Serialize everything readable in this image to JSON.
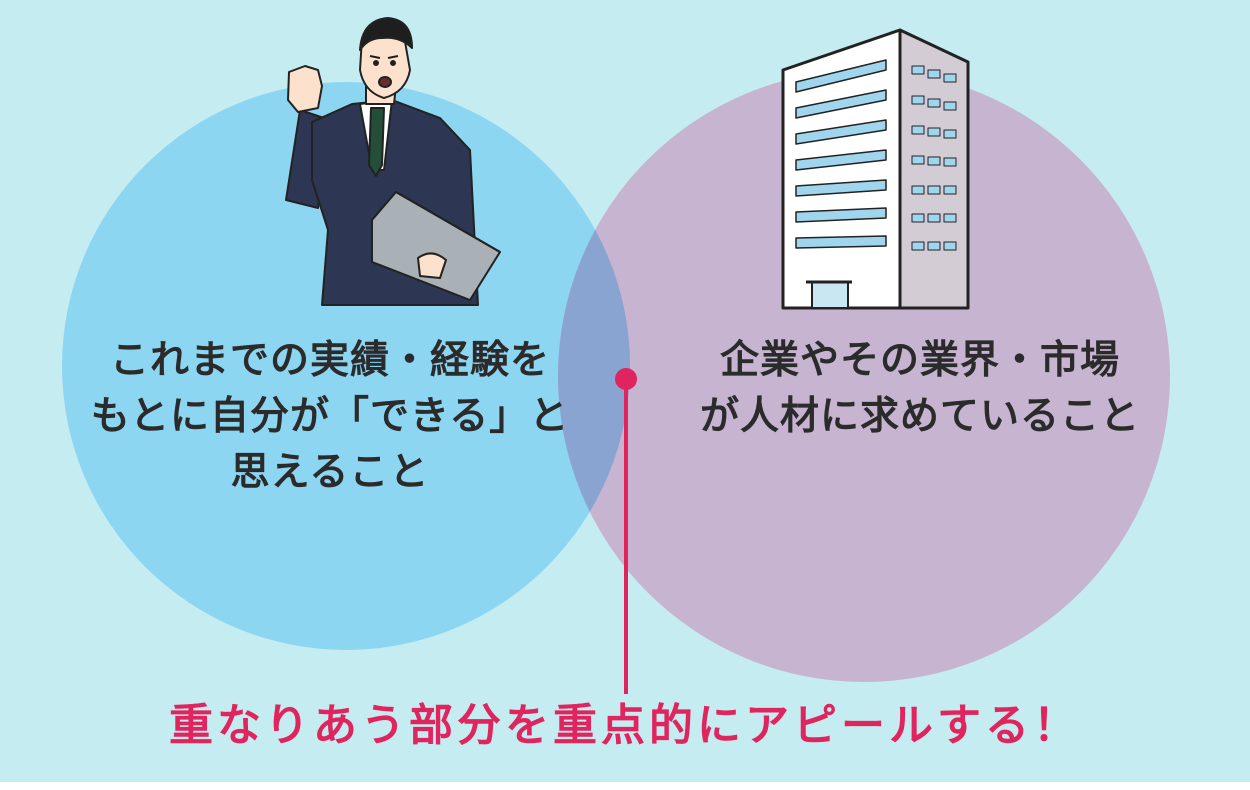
{
  "diagram": {
    "left_circle": {
      "lines": [
        "これまでの実績・経験を",
        "もとに自分が「できる」と",
        "思えること"
      ],
      "color": "#8dd6f2"
    },
    "right_circle": {
      "lines": [
        "企業やその業界・市場",
        "が人材に求めていること"
      ],
      "color": "#c6b4d0"
    },
    "overlap_color": "#8aa4d1",
    "callout": {
      "text": "重なりあう部分を重点的にアピールする！",
      "color": "#e0245e"
    },
    "icons": [
      "businessman-icon",
      "office-building-icon"
    ]
  }
}
